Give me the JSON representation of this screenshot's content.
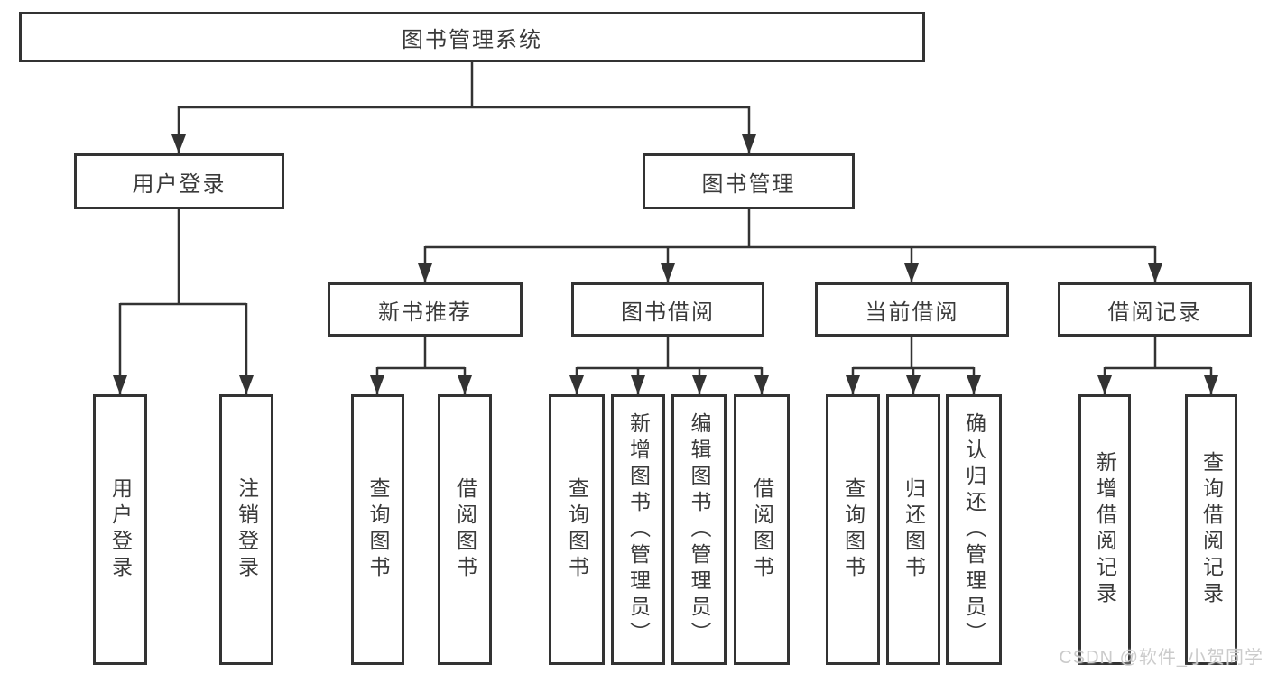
{
  "tree": {
    "root": {
      "label": "图书管理系统",
      "children": [
        {
          "label": "用户登录",
          "children": [
            {
              "label": "用户登录"
            },
            {
              "label": "注销登录"
            }
          ]
        },
        {
          "label": "图书管理",
          "children": [
            {
              "label": "新书推荐",
              "children": [
                {
                  "label": "查询图书"
                },
                {
                  "label": "借阅图书"
                }
              ]
            },
            {
              "label": "图书借阅",
              "children": [
                {
                  "label": "查询图书"
                },
                {
                  "label": "新增图书（管理员）"
                },
                {
                  "label": "编辑图书（管理员）"
                },
                {
                  "label": "借阅图书"
                }
              ]
            },
            {
              "label": "当前借阅",
              "children": [
                {
                  "label": "查询图书"
                },
                {
                  "label": "归还图书"
                },
                {
                  "label": "确认归还（管理员）"
                }
              ]
            },
            {
              "label": "借阅记录",
              "children": [
                {
                  "label": "新增借阅记录"
                },
                {
                  "label": "查询借阅记录"
                }
              ]
            }
          ]
        }
      ]
    }
  },
  "watermark": {
    "text": "CSDN @软件_小贺同学"
  },
  "colors": {
    "line": "#333333",
    "box_border": "#333333",
    "text": "#3a3a3a",
    "watermark": "#cbcbcb",
    "background": "#ffffff"
  }
}
